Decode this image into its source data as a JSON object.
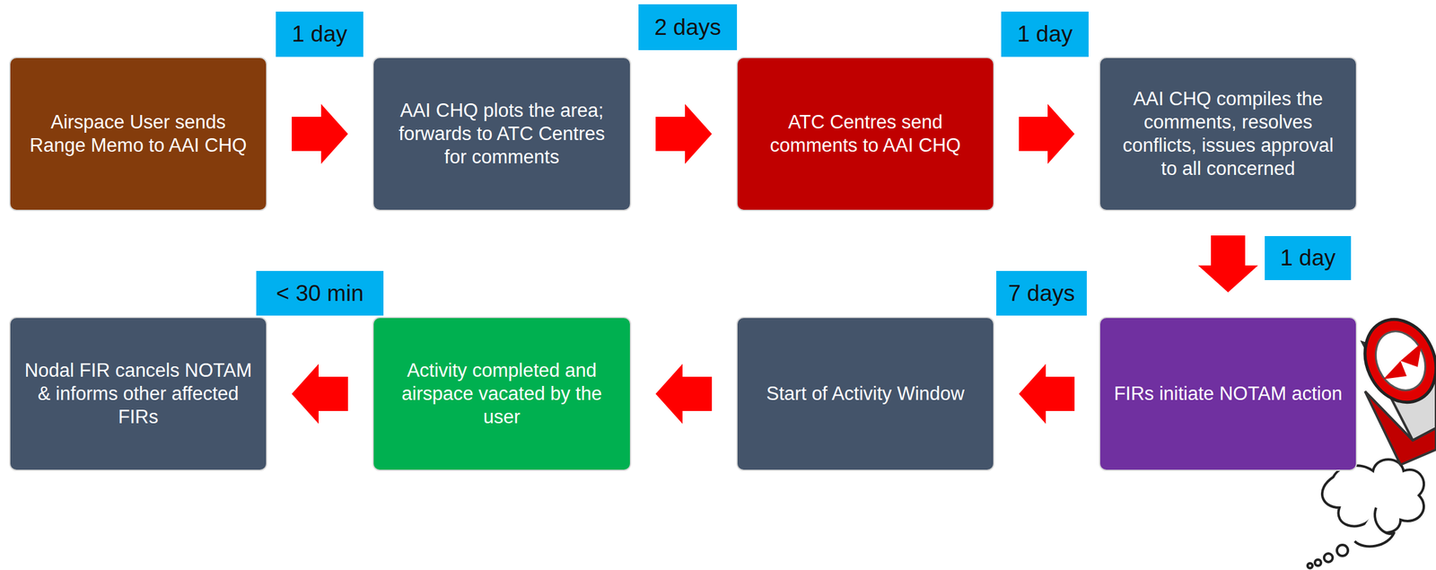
{
  "diagram": {
    "nodes": [
      {
        "text": [
          "Airspace User sends Range Memo to AAI CHQ"
        ]
      },
      {
        "text": [
          "AAI CHQ plots the area; forwards to ATC Centres for comments"
        ]
      },
      {
        "text": [
          "ATC Centres send comments to AAI CHQ"
        ]
      },
      {
        "text": [
          "AAI CHQ compiles the comments, resolves conflicts, issues approval to all concerned"
        ]
      },
      {
        "text": [
          "FIRs initiate NOTAM action"
        ]
      },
      {
        "text": [
          "Start of Activity Window"
        ]
      },
      {
        "text": [
          "Activity completed and airspace vacated by the user"
        ]
      },
      {
        "text": [
          "Nodal FIR cancels NOTAM & informs other affected FIRs"
        ]
      }
    ],
    "edges": [
      {
        "from": 0,
        "to": 1,
        "arrow": "to",
        "label": "1 day"
      },
      {
        "from": 1,
        "to": 2,
        "arrow": "to",
        "label": "2 days"
      },
      {
        "from": 2,
        "to": 3,
        "arrow": "to",
        "label": "1 day"
      },
      {
        "from": 3,
        "to": 4,
        "arrow": "to",
        "label": "1 day"
      },
      {
        "from": 4,
        "to": 5,
        "arrow": "to",
        "label": "7 days"
      },
      {
        "from": 5,
        "to": 6,
        "arrow": "to"
      },
      {
        "from": 6,
        "to": 7,
        "arrow": "to",
        "label": "< 30 min"
      }
    ]
  }
}
